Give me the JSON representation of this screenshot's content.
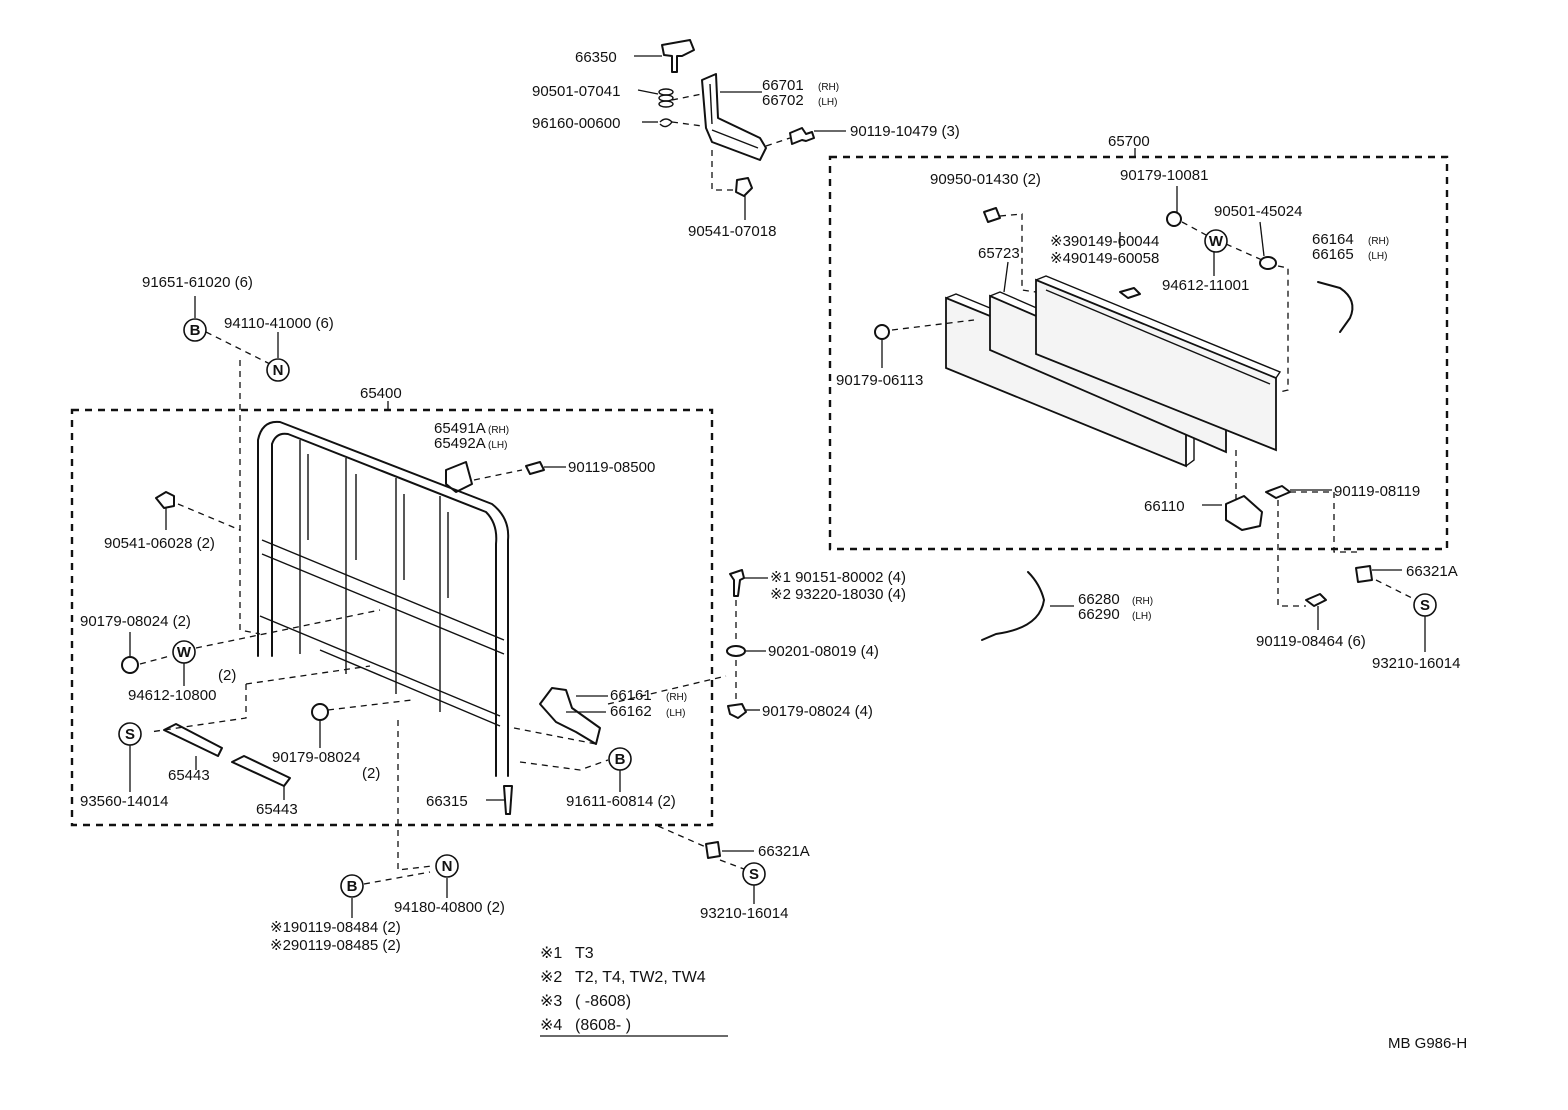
{
  "labels": {
    "p66350": "66350",
    "p90501_07041": "90501-07041",
    "p96160_00600": "96160-00600",
    "p66701": "66701",
    "p66701_side": "(RH)",
    "p66702": "66702",
    "p66702_side": "(LH)",
    "p90119_10479": "90119-10479 (3)",
    "p90541_07018": "90541-07018",
    "p65700": "65700",
    "p90950_01430": "90950-01430 (2)",
    "p90179_10081": "90179-10081",
    "p90501_45024": "90501-45024",
    "p90149_60044": "※390149-60044",
    "p90149_60058": "※490149-60058",
    "p65723": "65723",
    "p94612_11001": "94612-11001",
    "p66164": "66164",
    "p66164_side": "(RH)",
    "p66165": "66165",
    "p66165_side": "(LH)",
    "p90179_06113": "90179-06113",
    "p66110": "66110",
    "p90119_08119": "90119-08119",
    "p66321A_right": "66321A",
    "p90119_08464": "90119-08464 (6)",
    "p93210_16014_right": "93210-16014",
    "p66280": "66280",
    "p66280_side": "(RH)",
    "p66290": "66290",
    "p66290_side": "(LH)",
    "p91651_61020": "91651-61020 (6)",
    "p94110_41000": "94110-41000 (6)",
    "p65400": "65400",
    "p65491A": "65491A",
    "p65491A_side": "(RH)",
    "p65492A": "65492A",
    "p65492A_side": "(LH)",
    "p90119_08500": "90119-08500",
    "p90541_06028": "90541-06028 (2)",
    "p90151_80002": "※1 90151-80002 (4)",
    "p93220_18030": "※2 93220-18030 (4)",
    "p90201_08019": "90201-08019 (4)",
    "p90179_08024_right": "90179-08024 (4)",
    "p90179_08024_left": "90179-08024 (2)",
    "p94612_10800_qty": "(2)",
    "p94612_10800": "94612-10800",
    "p66161": "66161",
    "p66161_side": "(RH)",
    "p66162": "66162",
    "p66162_side": "(LH)",
    "p90179_08024_mid": "90179-08024",
    "p90179_08024_mid_qty": "(2)",
    "p65443_a": "65443",
    "p65443_b": "65443",
    "p93560_14014": "93560-14014",
    "p66315": "66315",
    "p91611_60814": "91611-60814 (2)",
    "p66321A_bottom": "66321A",
    "p93210_16014_bottom": "93210-16014",
    "p94180_40800": "94180-40800 (2)",
    "p90119_08484": "※190119-08484 (2)",
    "p90119_08485": "※290119-08485 (2)"
  },
  "markers": {
    "B": "B",
    "N": "N",
    "W": "W",
    "S": "S"
  },
  "notes": [
    {
      "mark": "※1",
      "text": "T3"
    },
    {
      "mark": "※2",
      "text": "T2, T4, TW2, TW4"
    },
    {
      "mark": "※3",
      "text": "(        -8608)"
    },
    {
      "mark": "※4",
      "text": "(8608-          )"
    }
  ],
  "diagram_code": "MB G986-H"
}
